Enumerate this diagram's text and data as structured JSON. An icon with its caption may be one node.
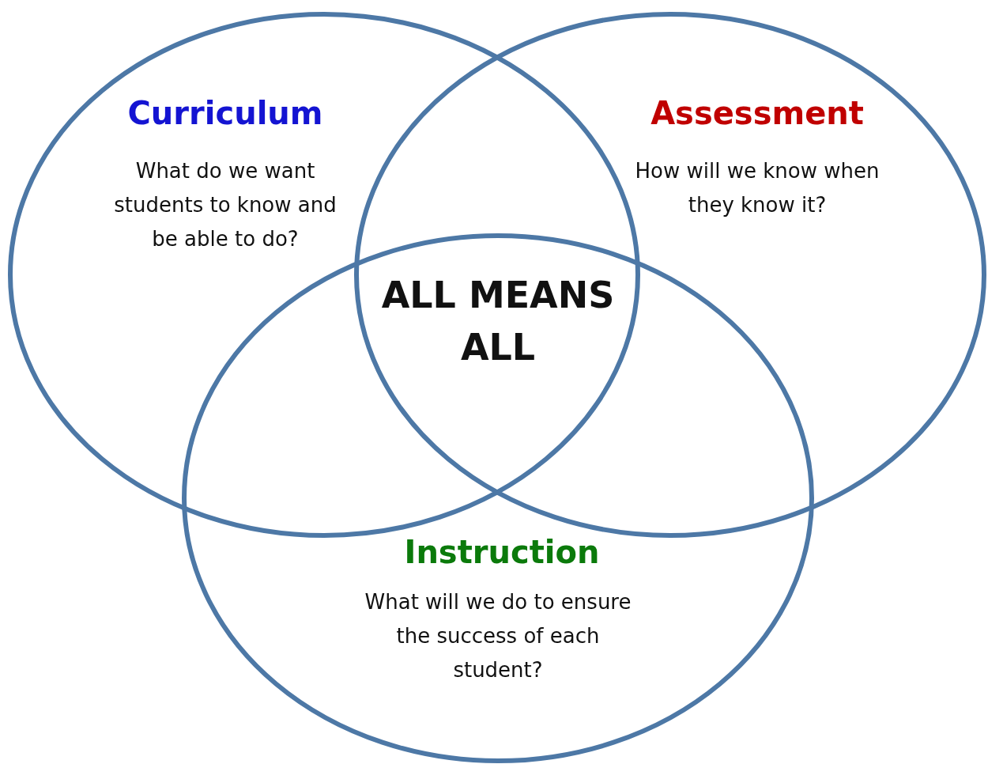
{
  "diagram": {
    "nodes": [
      {
        "text": [
          "Curriculum",
          "What do we want students to know and be able to do?"
        ]
      },
      {
        "text": [
          "Assessment",
          "How will we know when they know it?"
        ]
      },
      {
        "text": [
          "Instruction",
          "What will we do to ensure the success of each student?"
        ]
      }
    ],
    "labels": [
      "ALL MEANS ALL"
    ]
  }
}
